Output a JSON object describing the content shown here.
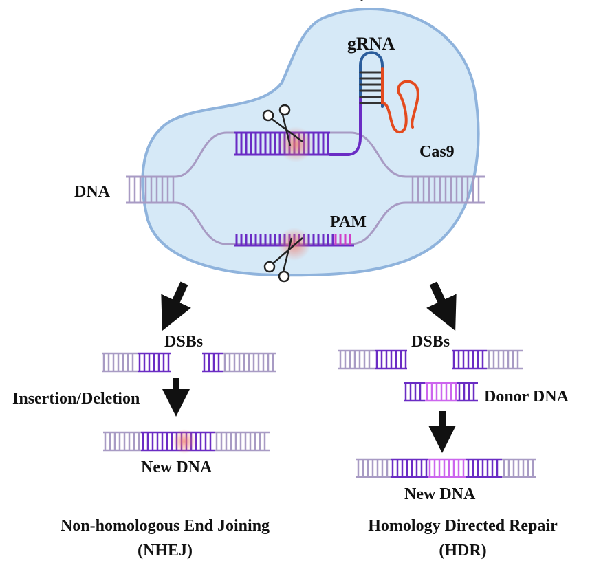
{
  "labels": {
    "grna": "gRNA",
    "cas9": "Cas9",
    "dna": "DNA",
    "pam": "PAM",
    "dsbs_left": "DSBs",
    "dsbs_right": "DSBs",
    "insertion_deletion": "Insertion/Deletion",
    "donor_dna": "Donor DNA",
    "new_dna_left": "New DNA",
    "new_dna_right": "New DNA",
    "nhej_title": "Non-homologous End Joining",
    "nhej_abbr": "(NHEJ)",
    "hdr_title": "Homology Directed Repair",
    "hdr_abbr": "(HDR)"
  },
  "colors": {
    "cas9_fill": "#d6e9f7",
    "cas9_stroke": "#8fb3dc",
    "dna_light": "#a89bc4",
    "dna_dark": "#6a2cc4",
    "grna_red": "#e44a1e",
    "grna_blue": "#2b5d9c",
    "pam": "#d03fc8",
    "donor_insert": "#cc66ee",
    "cut_glow": "#f28a7a",
    "arrow": "#111111"
  },
  "icons": [
    "scissors-icon-top",
    "scissors-icon-bottom"
  ]
}
